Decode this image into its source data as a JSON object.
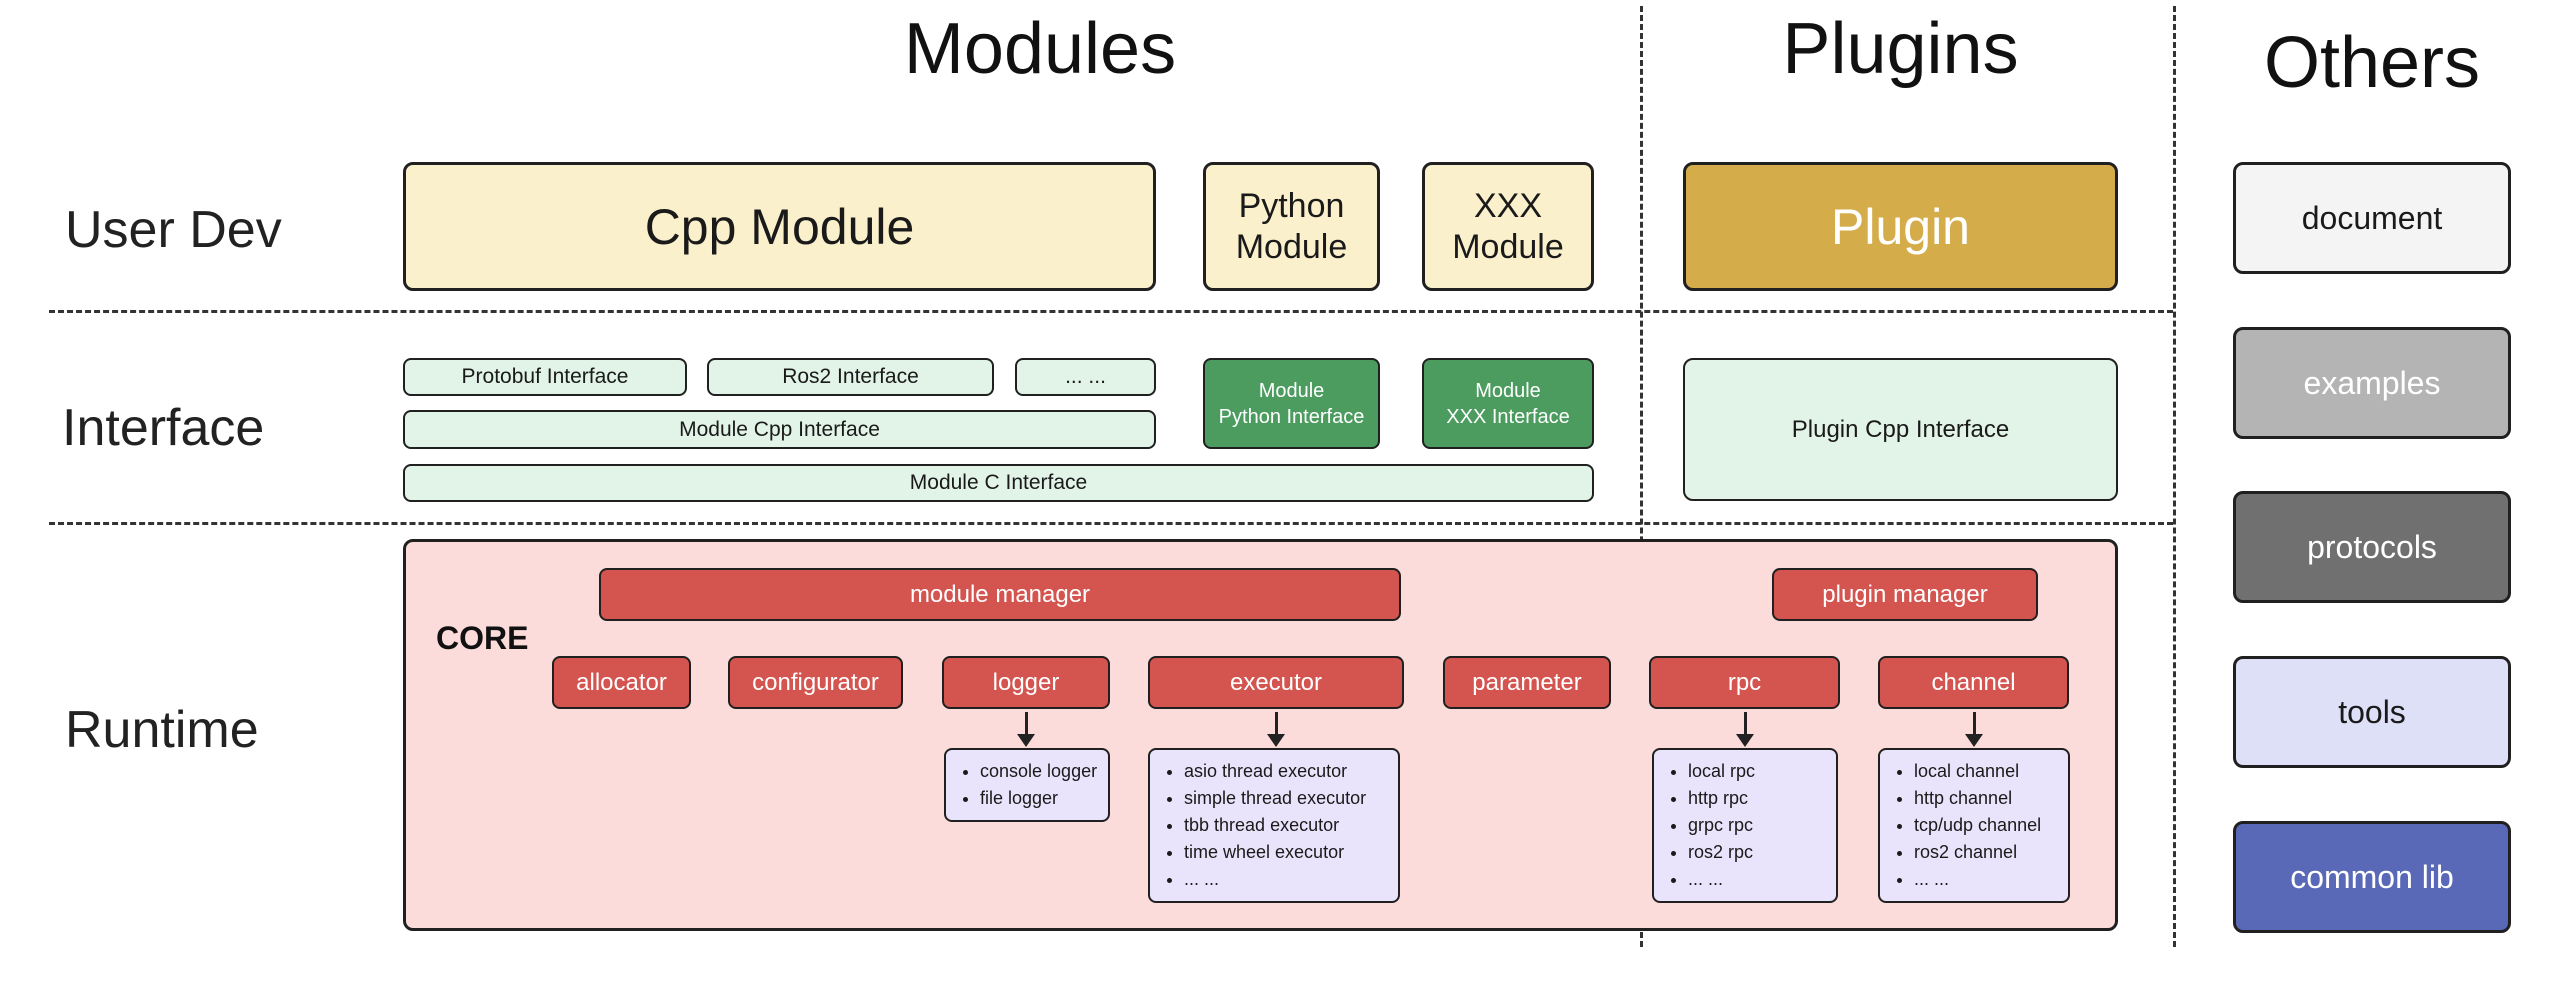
{
  "headers": {
    "modules": "Modules",
    "plugins": "Plugins",
    "others": "Others"
  },
  "row_labels": {
    "user_dev": "User Dev",
    "interface": "Interface",
    "runtime": "Runtime"
  },
  "modules": {
    "user_dev": {
      "cpp": "Cpp Module",
      "python": "Python\nModule",
      "xxx": "XXX\nModule"
    },
    "interface": {
      "protobuf": "Protobuf Interface",
      "ros2": "Ros2 Interface",
      "more": "... ...",
      "cpp": "Module Cpp Interface",
      "c": "Module C Interface",
      "python": "Module\nPython Interface",
      "xxx": "Module\nXXX Interface"
    }
  },
  "plugins": {
    "plugin": "Plugin",
    "cpp_interface": "Plugin Cpp Interface"
  },
  "runtime": {
    "core": "CORE",
    "module_manager": "module manager",
    "plugin_manager": "plugin manager",
    "components": [
      "allocator",
      "configurator",
      "logger",
      "executor",
      "parameter",
      "rpc",
      "channel"
    ],
    "logger_impls": [
      "console logger",
      "file logger"
    ],
    "executor_impls": [
      "asio thread executor",
      "simple thread executor",
      "tbb thread executor",
      "time wheel executor",
      "... ..."
    ],
    "rpc_impls": [
      "local rpc",
      "http rpc",
      "grpc rpc",
      "ros2 rpc",
      "... ..."
    ],
    "channel_impls": [
      "local channel",
      "http channel",
      "tcp/udp channel",
      "ros2 channel",
      "... ..."
    ]
  },
  "others": {
    "items": [
      "document",
      "examples",
      "protocols",
      "tools",
      "common lib"
    ]
  },
  "colors": {
    "cream": "#fbf0cc",
    "gold": "#d4ac4a",
    "light_green": "#e2f3e8",
    "dark_green": "#4c9c60",
    "pink": "#fcdbdb",
    "red": "#d4544f",
    "lavender": "#e9e4fb",
    "document_gray": "#f4f4f4",
    "examples_gray": "#b4b4b4",
    "protocols_gray": "#707070",
    "tools_lavender": "#dde0f6",
    "common_lib_blue": "#5a69b7",
    "border": "#202020"
  }
}
